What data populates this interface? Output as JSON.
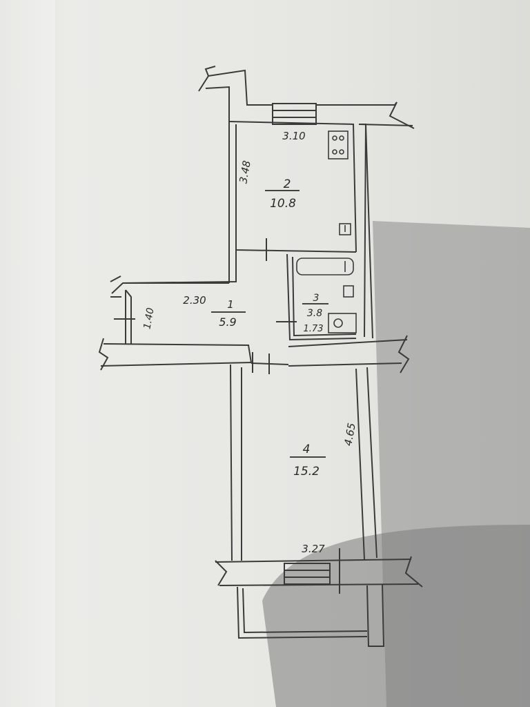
{
  "plan": {
    "rooms": [
      {
        "number": "1",
        "area": "5.9"
      },
      {
        "number": "2",
        "area": "10.8"
      },
      {
        "number": "3",
        "area": "3.8"
      },
      {
        "number": "4",
        "area": "15.2"
      }
    ],
    "dimensions": [
      {
        "value": "3.10"
      },
      {
        "value": "3.48"
      },
      {
        "value": "2.30"
      },
      {
        "value": "1.40"
      },
      {
        "value": "1.73"
      },
      {
        "value": "4.65"
      },
      {
        "value": "3.27"
      }
    ]
  },
  "colors": {
    "paper": "#e9e9e6",
    "ink": "#3a3a3a",
    "shadow": "#8a8a8a"
  }
}
